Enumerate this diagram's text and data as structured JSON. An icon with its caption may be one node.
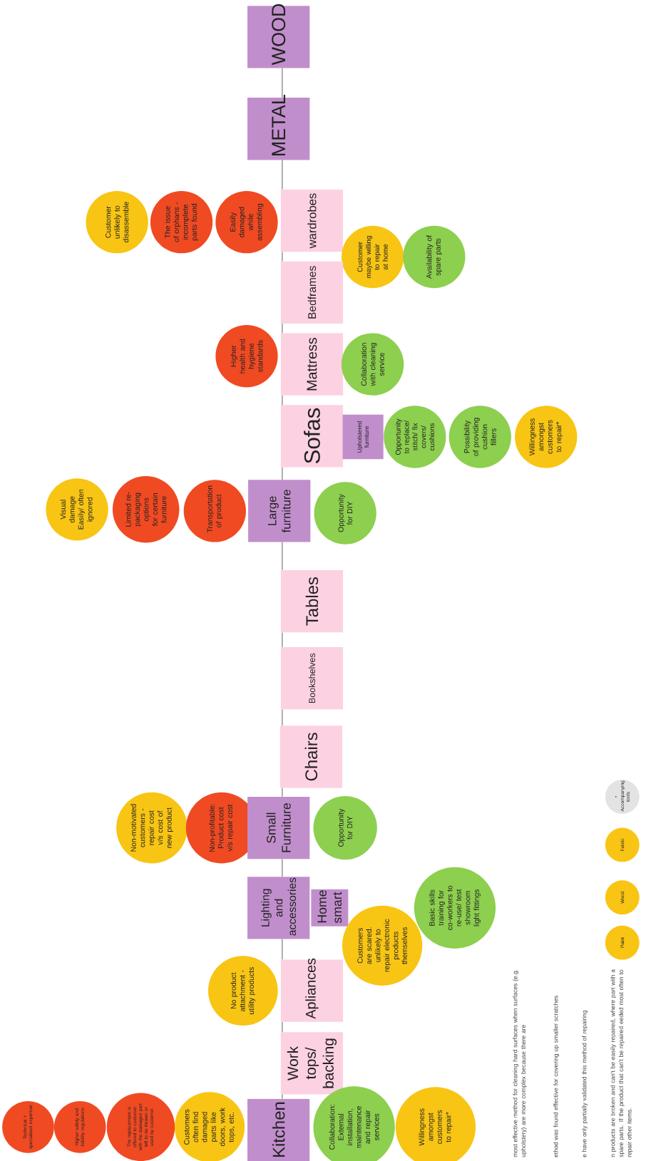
{
  "diagram": {
    "nodes": [
      {
        "text": [
          "WOOD"
        ]
      },
      {
        "text": [
          "METAL"
        ]
      },
      {
        "text": [
          "Customer unlikely to disassemble"
        ]
      },
      {
        "text": [
          "The issue of orphans - incomplete parts found"
        ]
      },
      {
        "text": [
          "Easily damaged while assembling"
        ]
      },
      {
        "text": [
          "wardrobes"
        ]
      },
      {
        "text": [
          "Customer maybe willing to repair at home"
        ]
      },
      {
        "text": [
          "Availability of spare parts"
        ]
      },
      {
        "text": [
          "Bedframes"
        ]
      },
      {
        "text": [
          "Higher health and hygiene standards"
        ]
      },
      {
        "text": [
          "Mattress"
        ]
      },
      {
        "text": [
          "Collaboration with cleaning service"
        ]
      },
      {
        "text": [
          "Sofas"
        ]
      },
      {
        "text": [
          "Upholstered furniture"
        ]
      },
      {
        "text": [
          "Opportunity to replace/ stitch/ fix covers/ cushions"
        ]
      },
      {
        "text": [
          "Possibility of providing cushion fillers"
        ]
      },
      {
        "text": [
          "Willingness amongst customers to repair*"
        ]
      },
      {
        "text": [
          "Visual damage Easily/ often ignored"
        ]
      },
      {
        "text": [
          "Limited re-packaging options for certain furniture"
        ]
      },
      {
        "text": [
          "Transportation of product"
        ]
      },
      {
        "text": [
          "Large furniture"
        ]
      },
      {
        "text": [
          "Opportunity for DIY"
        ]
      },
      {
        "text": [
          "Tables"
        ]
      },
      {
        "text": [
          "Bookshelves"
        ]
      },
      {
        "text": [
          "Chairs"
        ]
      },
      {
        "text": [
          "* Accompanying tools"
        ]
      },
      {
        "text": [
          "Non-motivated customers - repair cost v/s cost of new product"
        ]
      },
      {
        "text": [
          "Non-profitable: Product cost v/s repair cost"
        ]
      },
      {
        "text": [
          "Small Furniture"
        ]
      },
      {
        "text": [
          "Opportunity for DIY"
        ]
      },
      {
        "text": [
          "Fabric"
        ]
      },
      {
        "text": [
          "Lighting and accessories"
        ]
      },
      {
        "text": [
          "Home smart"
        ]
      },
      {
        "text": [
          "Basic skills training for co-workers to re-use/ test showroom light fittings"
        ]
      },
      {
        "text": [
          "Wood"
        ]
      },
      {
        "text": [
          "Customers are scared. unlikely to repair electronic products themselves"
        ]
      },
      {
        "text": [
          "Paint"
        ]
      },
      {
        "text": [
          "No product attachment - utility products"
        ]
      },
      {
        "text": [
          "Apliances"
        ]
      },
      {
        "text": [
          "Work tops/ backing"
        ]
      },
      {
        "text": [
          "Technical + specialised expertise"
        ]
      },
      {
        "text": [
          "Higher safety and liability regulations"
        ]
      },
      {
        "text": [
          "The replacement is offered to customer with the damaged part left to be thrown or used by customer."
        ]
      },
      {
        "text": [
          "Customers often find damaged parts like doors, work tops, etc."
        ]
      },
      {
        "text": [
          "Kitchen"
        ]
      },
      {
        "text": [
          "Collaboration: External installation, maintenance and repair services"
        ]
      },
      {
        "text": [
          "Willingness amongst customers to repair*"
        ]
      }
    ],
    "edges": [
      {
        "from": 44,
        "to": 39,
        "arrow": "none"
      },
      {
        "from": 39,
        "to": 38,
        "arrow": "none"
      },
      {
        "from": 38,
        "to": 31,
        "arrow": "none"
      },
      {
        "from": 31,
        "to": 28,
        "arrow": "none"
      },
      {
        "from": 28,
        "to": 24,
        "arrow": "none"
      },
      {
        "from": 24,
        "to": 23,
        "arrow": "none"
      },
      {
        "from": 23,
        "to": 22,
        "arrow": "none"
      },
      {
        "from": 22,
        "to": 20,
        "arrow": "none"
      },
      {
        "from": 20,
        "to": 12,
        "arrow": "none"
      },
      {
        "from": 12,
        "to": 10,
        "arrow": "none"
      },
      {
        "from": 10,
        "to": 8,
        "arrow": "none"
      },
      {
        "from": 8,
        "to": 5,
        "arrow": "none"
      },
      {
        "from": 5,
        "to": 1,
        "arrow": "none"
      },
      {
        "from": 1,
        "to": 0,
        "arrow": "none"
      }
    ],
    "labels": [
      "most effective method for cleaning hard surfaces when surfaces (e.g. upholstery) are more complex because there are",
      "ethod was found effective for covering up smaller scratches",
      "e have only partially validated this method of repairing",
      "n products are broken and can't be easily repaired, where part with a spare parts. If the product that can't be repaired eeded most often to repair other items."
    ]
  }
}
